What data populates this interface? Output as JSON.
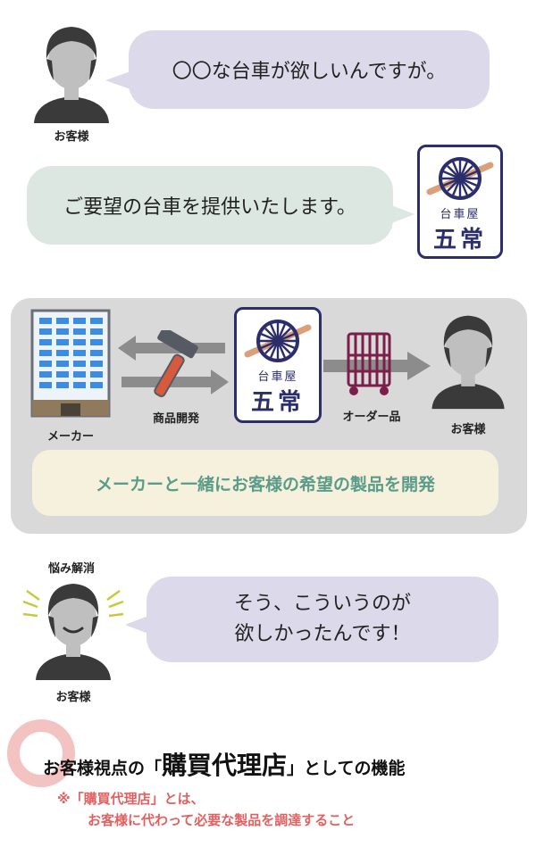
{
  "section1": {
    "customer_label": "お客様",
    "request_text": "〇〇な台車が欲しいんですが。"
  },
  "section2": {
    "reply_text": "ご要望の台車を提供いたします。",
    "logo_small": "台車屋",
    "logo_big": "五常"
  },
  "diagram": {
    "maker_label": "メーカー",
    "dev_label": "商品開発",
    "order_label": "オーダー品",
    "customer_label": "お客様",
    "logo_small": "台車屋",
    "logo_big": "五常",
    "banner_text": "メーカーと一緒にお客様の希望の製品を開発"
  },
  "section3": {
    "relief_label": "悩み解消",
    "reply_line1": "そう、こういうのが",
    "reply_line2": "欲しかったんです！",
    "customer_label": "お客様"
  },
  "bottom": {
    "title_prefix": "お客様視点の「",
    "title_big": "購買代理店",
    "title_suffix": "」としての機能",
    "note_line1": "※「購買代理店」とは、",
    "note_line2": "お客様に代わって必要な製品を調達すること"
  },
  "colors": {
    "logo_navy": "#2b2e6a",
    "banner_text": "#5a9c89",
    "note_red": "#e0615f",
    "bubble_purple": "#dcd9ea",
    "bubble_green": "#dbe7e0",
    "panel_gray": "#d9d9d9"
  }
}
